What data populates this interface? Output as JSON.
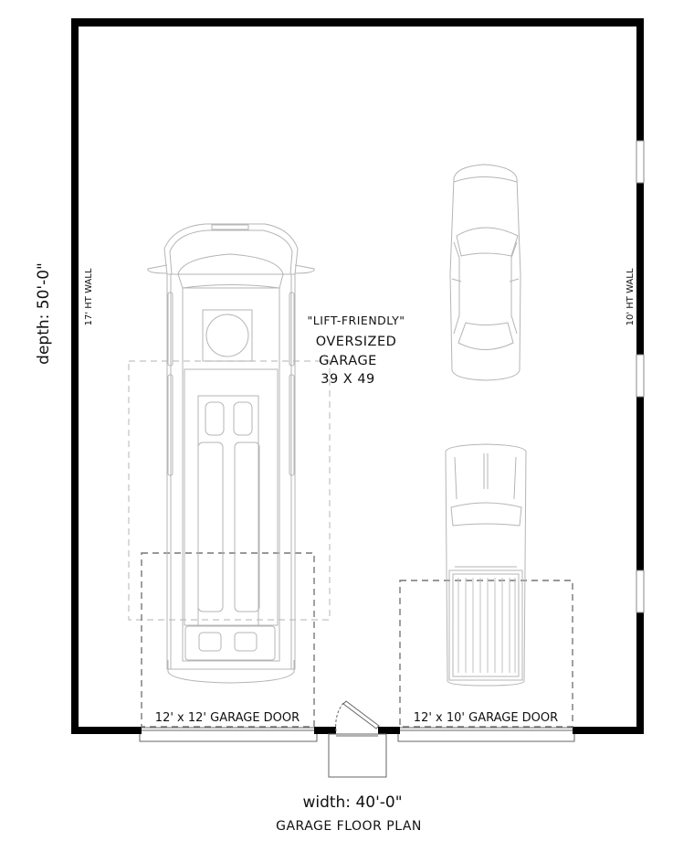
{
  "plan": {
    "title": "GARAGE FLOOR PLAN",
    "width_label": "width: 40'-0\"",
    "depth_label": "depth: 50'-0\"",
    "left_wall_label": "17' HT WALL",
    "right_wall_label": "10' HT WALL",
    "center_note": {
      "line1": "\"LIFT-FRIENDLY\"",
      "line2": "OVERSIZED",
      "line3": "GARAGE",
      "line4": "39 X 49"
    },
    "doors": [
      {
        "label": "12' x 12' GARAGE DOOR"
      },
      {
        "label": "12' x 10' GARAGE DOOR"
      }
    ],
    "vehicles": [
      "rv-motorhome",
      "sedan",
      "pickup-truck"
    ],
    "colors": {
      "wall": "#000000",
      "vehicle_line": "#b5b5b5",
      "lift_outline": "#c2c2c2",
      "door_outline": "#777777"
    }
  }
}
